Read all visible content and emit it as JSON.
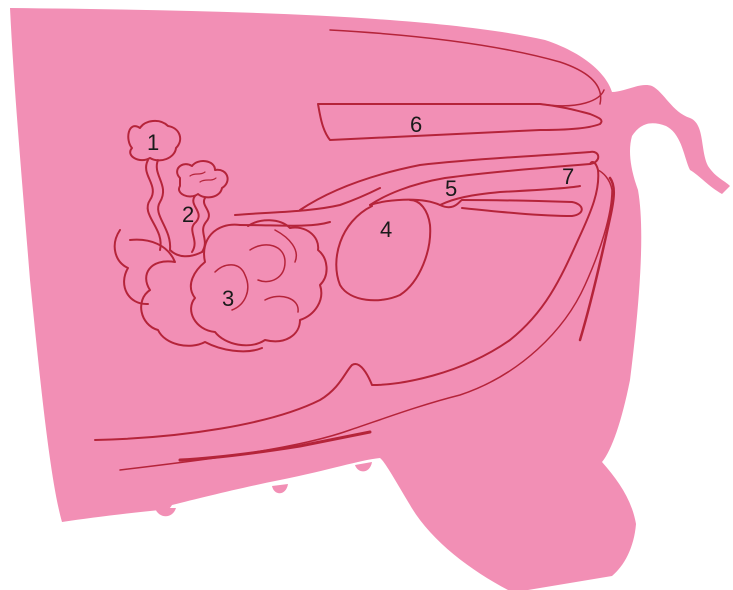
{
  "colors": {
    "body_fill": "#f28fb5",
    "outline": "#b5243a",
    "label_text": "#1a1a1a"
  },
  "labels": {
    "l1": "1",
    "l2": "2",
    "l3": "3",
    "l4": "4",
    "l5": "5",
    "l6": "6",
    "l7": "7"
  }
}
